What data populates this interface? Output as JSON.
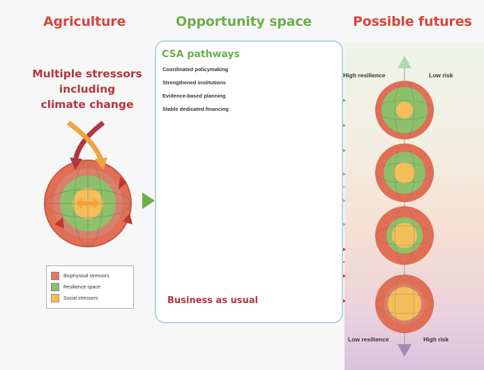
{
  "headers": {
    "agriculture": "Agriculture",
    "opportunity": "Opportunity space",
    "futures": "Possible futures"
  },
  "stressors_text": [
    "Multiple stressors",
    "including",
    "climate change"
  ],
  "csa": {
    "title": "CSA pathways",
    "items": [
      "Coordinated policymaking",
      "Strengthened institutions",
      "Evidence-based planning",
      "Stable dedicated financing"
    ]
  },
  "business_as_usual": "Business as usual",
  "futures_axis": {
    "top_left": "High resilience",
    "top_right": "Low risk",
    "bottom_left": "Low resilience",
    "bottom_right": "High risk"
  },
  "legend": [
    {
      "label": "Biophysical stressors",
      "color": "#e07a5f"
    },
    {
      "label": "Resilience space",
      "color": "#8cc06a"
    },
    {
      "label": "Social stressors",
      "color": "#f4bf5a"
    }
  ],
  "colors": {
    "red": "#d6453d",
    "dark_red": "#b2353f",
    "green": "#6cae4b",
    "grey": "#9aa4b0",
    "outer_ring": "#e06f55",
    "ring_mid": "#d9806a",
    "resilience": "#8cc06a",
    "social": "#f4bf5a",
    "box_border": "#b9cfdd"
  }
}
